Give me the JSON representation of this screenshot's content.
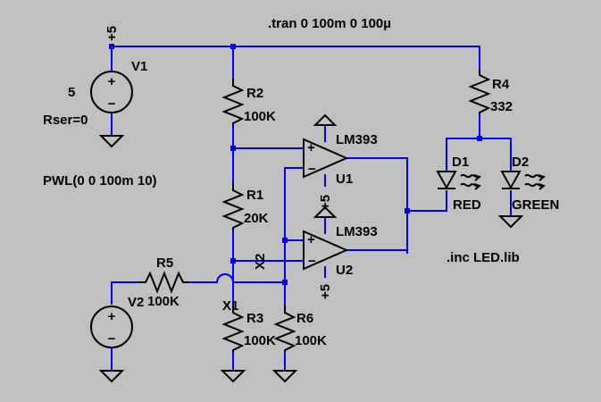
{
  "directives": {
    "tran": ".tran 0 100m 0 100µ",
    "include": ".inc LED.lib"
  },
  "supply": {
    "v1_net": "+5"
  },
  "v1": {
    "name": "V1",
    "value": "5",
    "param": "Rser=0"
  },
  "v2": {
    "name": "V2",
    "value": "PWL(0 0 100m 10)"
  },
  "r1": {
    "name": "R1",
    "value": "20K"
  },
  "r2": {
    "name": "R2",
    "value": "100K"
  },
  "r3": {
    "name": "R3",
    "value": "100K"
  },
  "r4": {
    "name": "R4",
    "value": "332"
  },
  "r5": {
    "name": "R5",
    "value": "100K"
  },
  "r6": {
    "name": "R6",
    "value": "100K"
  },
  "u1": {
    "name": "U1",
    "model": "LM393",
    "supply": "+5"
  },
  "u2": {
    "name": "U2",
    "model": "LM393",
    "supply": "+5"
  },
  "d1": {
    "name": "D1",
    "model": "RED"
  },
  "d2": {
    "name": "D2",
    "model": "GREEN"
  },
  "nets": {
    "x1": "X1",
    "x2": "X2"
  },
  "symbols": {
    "plus": "+",
    "minus": "−"
  }
}
